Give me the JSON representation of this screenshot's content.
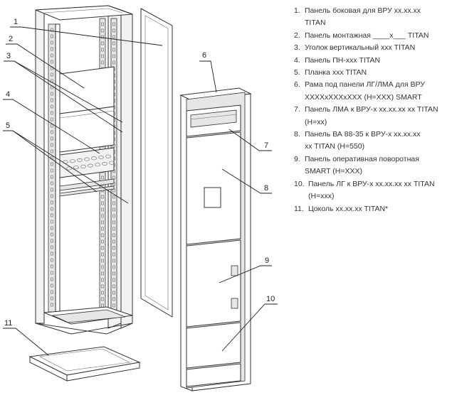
{
  "callouts": [
    "1",
    "2",
    "3",
    "4",
    "5",
    "6",
    "7",
    "8",
    "9",
    "10",
    "11"
  ],
  "legend": [
    {
      "n": "1.",
      "lines": [
        "Панель боковая для ВРУ xx.xx.xx",
        "TITAN"
      ]
    },
    {
      "n": "2.",
      "lines": [
        "Панель монтажная ____х___ TITAN"
      ]
    },
    {
      "n": "3.",
      "lines": [
        "Уголок вертикальный ххх TITAN"
      ]
    },
    {
      "n": "4.",
      "lines": [
        "Панель ПН-ххх TITAN"
      ]
    },
    {
      "n": "5.",
      "lines": [
        "Планка ххх TITAN"
      ]
    },
    {
      "n": "6.",
      "lines": [
        "Рама под панели ЛГ/ЛМА для ВРУ",
        "XXXXxXXXxXXX (H=XXX) SMART"
      ]
    },
    {
      "n": "7.",
      "lines": [
        "Панель ЛМА к ВРУ-х xx.xx.xx хх TITAN",
        "(H=хх)"
      ]
    },
    {
      "n": "8.",
      "lines": [
        "Панель ВА 88-35 к ВРУ-х xx.xx.xx",
        "хх TITAN (H=550)"
      ]
    },
    {
      "n": "9.",
      "lines": [
        "Панель оперативная поворотная",
        "SMART (H=XXX)"
      ]
    },
    {
      "n": "10.",
      "lines": [
        "Панель ЛГ к ВРУ-х xx.xx.xx хх TITAN",
        "(H=xxx)"
      ]
    },
    {
      "n": "11.",
      "lines": [
        "Цоколь xx.xx.xx TITAN*"
      ]
    }
  ]
}
